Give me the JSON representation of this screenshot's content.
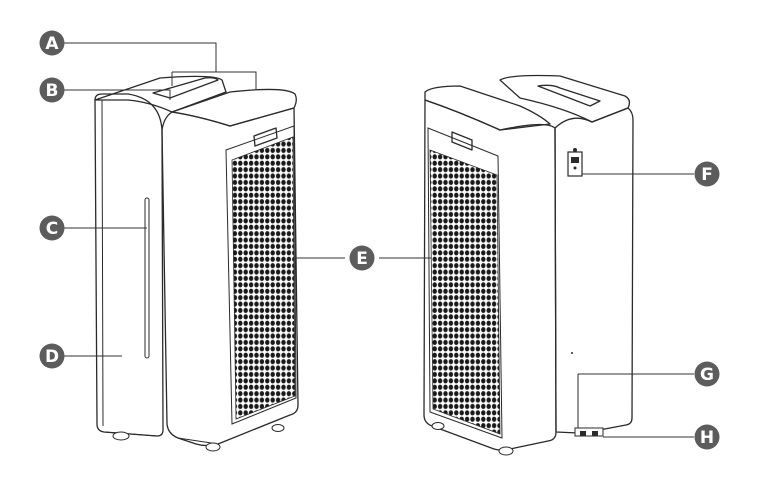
{
  "figure": {
    "callouts": [
      {
        "id": "A",
        "label": "A"
      },
      {
        "id": "B",
        "label": "B"
      },
      {
        "id": "C",
        "label": "C"
      },
      {
        "id": "D",
        "label": "D"
      },
      {
        "id": "E",
        "label": "E"
      },
      {
        "id": "F",
        "label": "F"
      },
      {
        "id": "G",
        "label": "G"
      },
      {
        "id": "H",
        "label": "H"
      }
    ],
    "colors": {
      "callout_fill": "#5c5c5c",
      "line": "#2a2a2a",
      "grille": "#1a1a1a",
      "top_grille": "#222222"
    }
  }
}
